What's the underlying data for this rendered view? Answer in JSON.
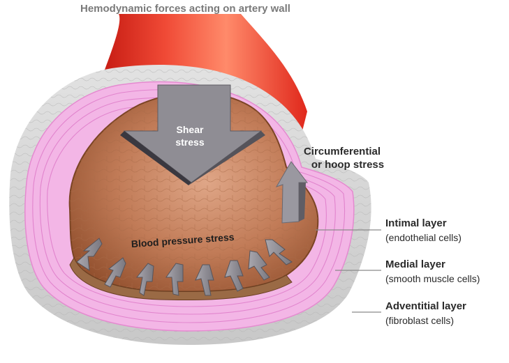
{
  "title": "Hemodynamic forces acting on artery wall",
  "forces": {
    "shear": [
      "Shear",
      "stress"
    ],
    "hoop": [
      "Circumferential",
      "or hoop stress"
    ],
    "blood_pressure": "Blood pressure stress"
  },
  "layers": [
    {
      "name": "Intimal layer",
      "detail": "(endothelial cells)"
    },
    {
      "name": "Medial layer",
      "detail": "(smooth muscle cells)"
    },
    {
      "name": "Adventitial layer",
      "detail": "(fibroblast cells)"
    }
  ],
  "colors": {
    "artery_red": "#e8342a",
    "adventitia_gray": "#d4d4d4",
    "media_pink": "#f3b6e6",
    "lumen_brown": "#b8744e",
    "arrow_gray": "#8c8a92"
  }
}
